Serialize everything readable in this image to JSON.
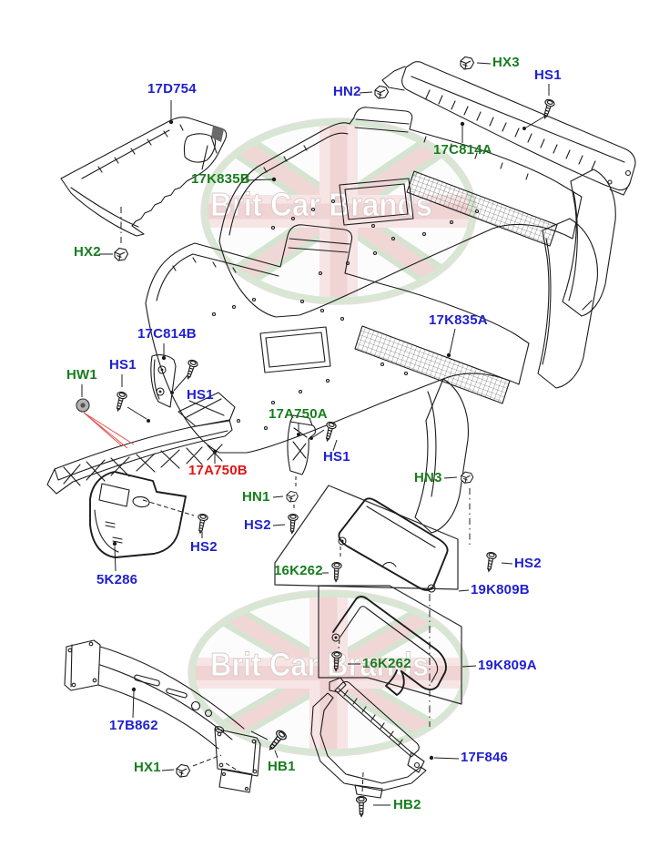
{
  "image_type": "exploded rear bumper parts diagram",
  "watermark": {
    "text": "Brit Car Brands"
  },
  "palette": {
    "part_label_blue": "#1f1fd1",
    "part_label_green": "#177d1e",
    "part_label_red": "#e31313",
    "line_color": "#1c1c1c"
  },
  "icons": {
    "screw": "screw-bolt-side-view",
    "clip": "push-fit-clip",
    "grommet": "round-plug"
  },
  "labels": [
    {
      "id": "17D754",
      "text": "17D754",
      "color": "blue"
    },
    {
      "id": "HX2",
      "text": "HX2",
      "color": "green"
    },
    {
      "id": "HN2",
      "text": "HN2",
      "color": "blue"
    },
    {
      "id": "HX3",
      "text": "HX3",
      "color": "green"
    },
    {
      "id": "HS1-top-right",
      "text": "HS1",
      "color": "blue"
    },
    {
      "id": "17C814A",
      "text": "17C814A",
      "color": "green"
    },
    {
      "id": "17K835B",
      "text": "17K835B",
      "color": "green"
    },
    {
      "id": "17C814B",
      "text": "17C814B",
      "color": "blue"
    },
    {
      "id": "HS1-left",
      "text": "HS1",
      "color": "blue"
    },
    {
      "id": "HW1",
      "text": "HW1",
      "color": "green"
    },
    {
      "id": "HS1-center",
      "text": "HS1",
      "color": "blue"
    },
    {
      "id": "17A750A",
      "text": "17A750A",
      "color": "green"
    },
    {
      "id": "HS1-right",
      "text": "HS1",
      "color": "blue"
    },
    {
      "id": "17A750B",
      "text": "17A750B",
      "color": "red"
    },
    {
      "id": "17K835A",
      "text": "17K835A",
      "color": "blue"
    },
    {
      "id": "HN1",
      "text": "HN1",
      "color": "green"
    },
    {
      "id": "HS2-mid",
      "text": "HS2",
      "color": "blue"
    },
    {
      "id": "HS2-lower-left",
      "text": "HS2",
      "color": "blue"
    },
    {
      "id": "5K286",
      "text": "5K286",
      "color": "blue"
    },
    {
      "id": "HN3",
      "text": "HN3",
      "color": "green"
    },
    {
      "id": "HS2-right",
      "text": "HS2",
      "color": "blue"
    },
    {
      "id": "16K262-upper",
      "text": "16K262",
      "color": "green"
    },
    {
      "id": "19K809B",
      "text": "19K809B",
      "color": "blue"
    },
    {
      "id": "16K262-lower",
      "text": "16K262",
      "color": "green"
    },
    {
      "id": "19K809A",
      "text": "19K809A",
      "color": "blue"
    },
    {
      "id": "17B862",
      "text": "17B862",
      "color": "blue"
    },
    {
      "id": "HX1",
      "text": "HX1",
      "color": "green"
    },
    {
      "id": "HB1",
      "text": "HB1",
      "color": "green"
    },
    {
      "id": "17F846",
      "text": "17F846",
      "color": "blue"
    },
    {
      "id": "HB2",
      "text": "HB2",
      "color": "green"
    }
  ]
}
